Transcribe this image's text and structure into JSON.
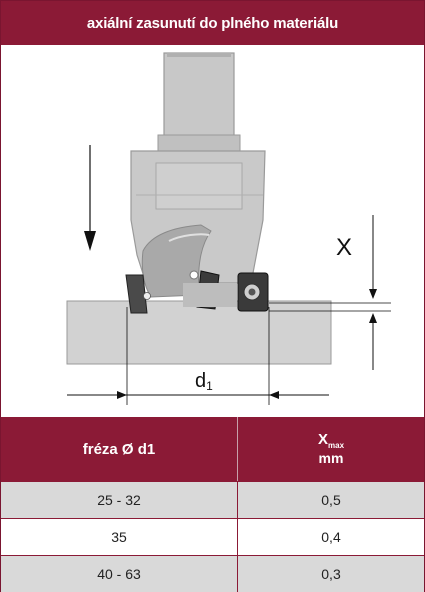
{
  "title": "axiální zasunutí do plného materiálu",
  "drawing": {
    "label_x": "X",
    "label_d": "d",
    "label_d_sub": "1"
  },
  "table": {
    "header_col1": "fréza Ø d1",
    "header_col2_main": "X",
    "header_col2_sub": "max",
    "header_col2_unit": "mm",
    "rows": [
      {
        "d1": "25 - 32",
        "xmax": "0,5"
      },
      {
        "d1": "35",
        "xmax": "0,4"
      },
      {
        "d1": "40 - 63",
        "xmax": "0,3"
      }
    ]
  }
}
